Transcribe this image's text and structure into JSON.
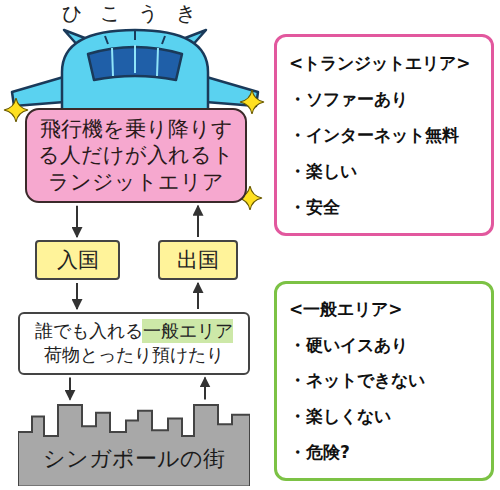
{
  "diagram": {
    "nodes": [
      {
        "text": [
          "飛行機を乗り降りする人だけが入れるトランジットエリア"
        ]
      },
      {
        "text": [
          "入国"
        ]
      },
      {
        "text": [
          "出国"
        ]
      },
      {
        "text": [
          "誰でも入れる一般エリア",
          "荷物とったり預けたり"
        ]
      },
      {
        "text": [
          "シンガポールの街"
        ]
      },
      {
        "text": [
          "<トランジットエリア>",
          "・ソファーあり",
          "・インターネット無料",
          "・楽しい",
          "・安全"
        ]
      },
      {
        "text": [
          "<一般エリア>",
          "・硬いイスあり",
          "・ネットできない",
          "・楽しくない",
          "・危険?"
        ]
      }
    ],
    "edges": [
      {
        "from": 0,
        "to": 1,
        "arrow": "to"
      },
      {
        "from": 2,
        "to": 0,
        "arrow": "to"
      },
      {
        "from": 1,
        "to": 3,
        "arrow": "to"
      },
      {
        "from": 3,
        "to": 2,
        "arrow": "to"
      },
      {
        "from": 3,
        "to": 4,
        "arrow": "to"
      },
      {
        "from": 4,
        "to": 3,
        "arrow": "to"
      }
    ],
    "labels": [
      "ひこうき"
    ]
  }
}
